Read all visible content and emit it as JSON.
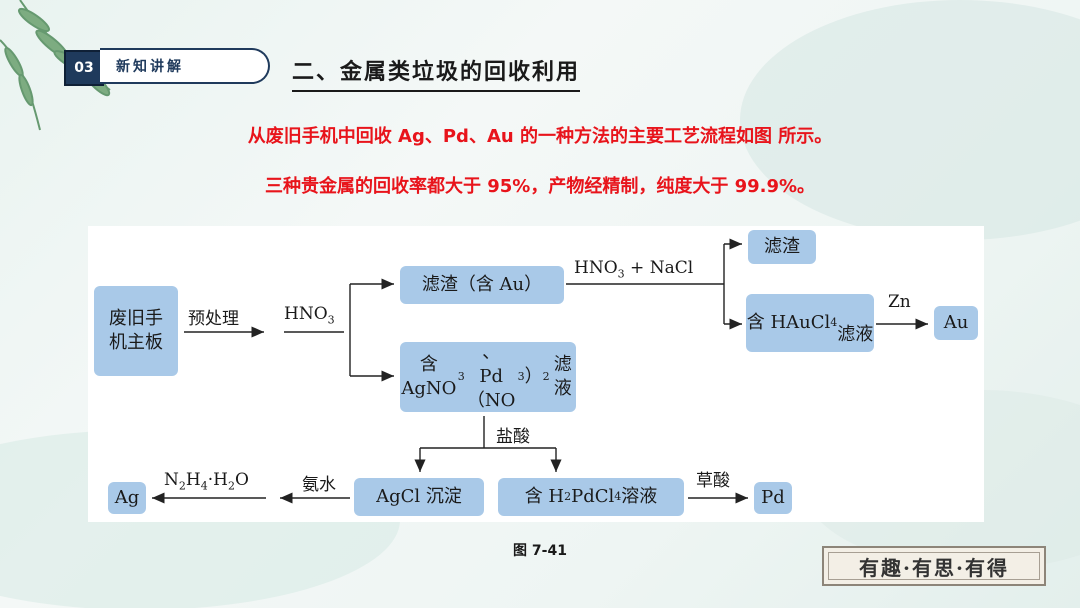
{
  "section": {
    "number": "03",
    "tag": "新知讲解"
  },
  "title": "二、金属类垃圾的回收利用",
  "intro": {
    "line1": "从废旧手机中回收 Ag、Pd、Au 的一种方法的主要工艺流程如图 所示。",
    "line2": "三种贵金属的回收率都大于 95%，产物经精制，纯度大于 99.9%。"
  },
  "diagram": {
    "start": "废旧手机主板",
    "step_pretreat": "预处理",
    "reagent_hno3": "HNO3",
    "residue_au": "滤渣（含 Au）",
    "filtrate_ag_pd": "含 AgNO3、Pd（NO3）2 滤液",
    "reagent_aqua": "HNO3 + NaCl",
    "residue2": "滤渣",
    "filtrate_au": "含 HAuCl4 滤液",
    "reagent_zn": "Zn",
    "product_au": "Au",
    "reagent_hcl": "盐酸",
    "agcl": "AgCl 沉淀",
    "pd_solution": "含 H2PdCl4 溶液",
    "reagent_ammonia": "氨水",
    "reagent_hydrazine": "N2H4·H2O",
    "product_ag": "Ag",
    "reagent_oxalic": "草酸",
    "product_pd": "Pd"
  },
  "caption": "图 7-41",
  "stamp": "有趣·有思·有得",
  "colors": {
    "box": "#a9c9e8",
    "red_text": "#e8141b",
    "badge": "#1f3a5c"
  }
}
